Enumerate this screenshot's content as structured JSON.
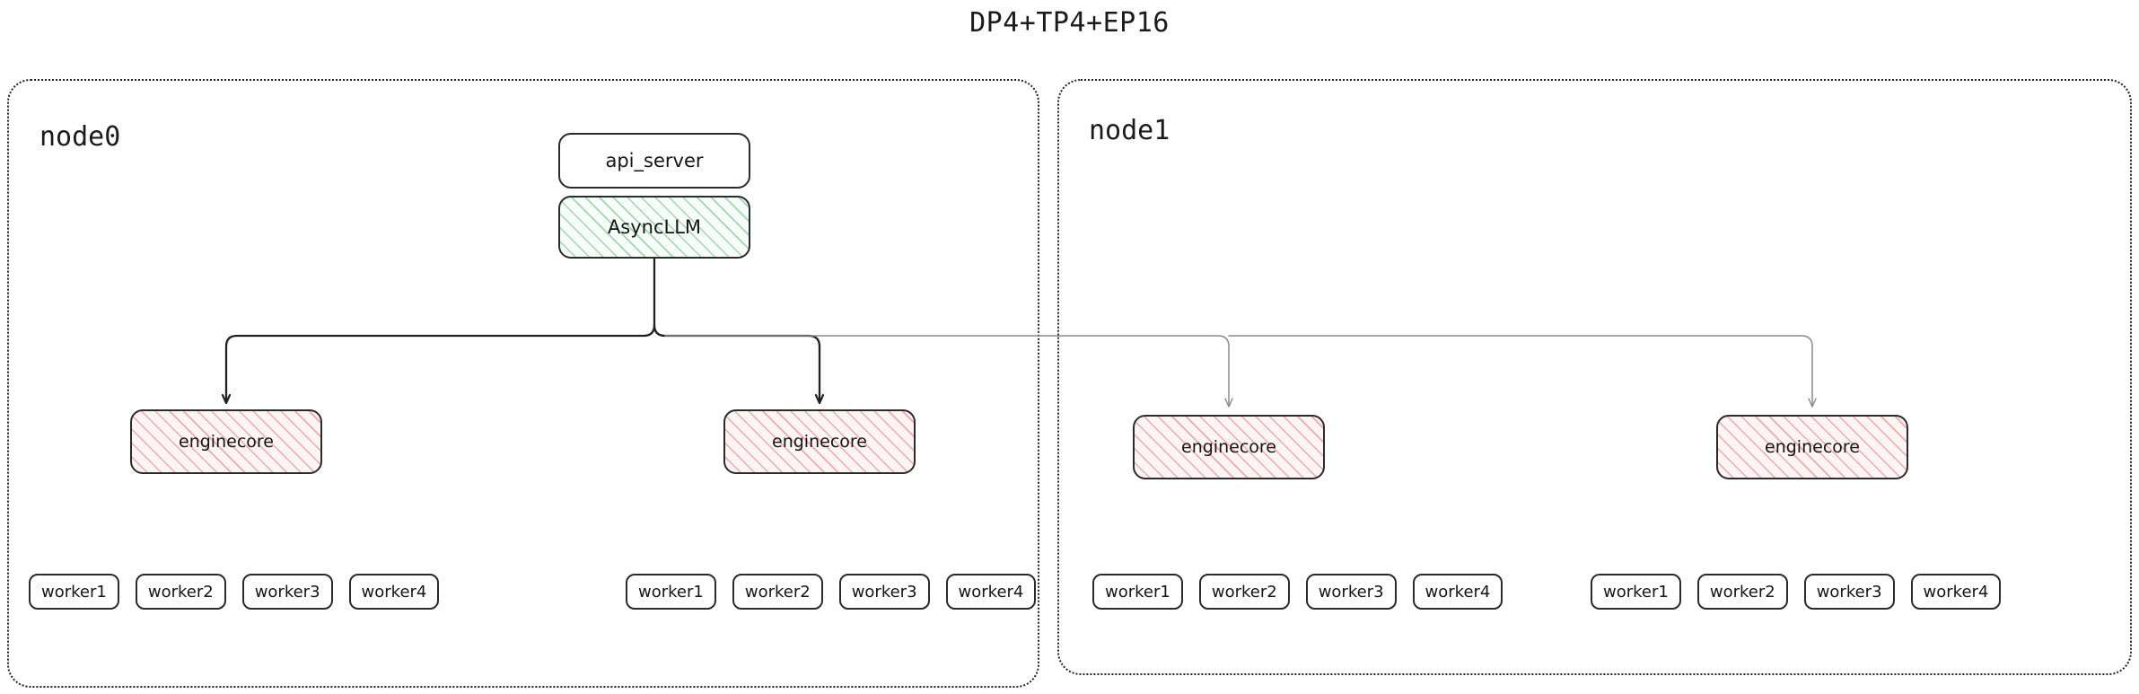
{
  "title": "DP4+TP4+EP16",
  "theme": {
    "background": "#ffffff",
    "text": "#151515",
    "box_border": "#2b2b2b",
    "node_border": "#222222",
    "green_hatch": "#9ed9ab",
    "green_fill": "#f7fdf8",
    "pink_hatch": "#f2a9a9",
    "pink_fill": "#fdf4f4",
    "edge_strong": "#222222",
    "edge_light": "#8a8a8a"
  },
  "nodes": [
    {
      "id": "node0",
      "label": "node0",
      "top_boxes": [
        {
          "id": "api_server",
          "label": "api_server",
          "style": "plain"
        },
        {
          "id": "async_llm",
          "label": "AsyncLLM",
          "style": "green-hatch"
        }
      ],
      "enginecores": [
        {
          "id": "node0-ec0",
          "label": "enginecore",
          "style": "pink-hatch",
          "workers": [
            {
              "label": "worker1"
            },
            {
              "label": "worker2"
            },
            {
              "label": "worker3"
            },
            {
              "label": "worker4"
            }
          ]
        },
        {
          "id": "node0-ec1",
          "label": "enginecore",
          "style": "pink-hatch",
          "workers": [
            {
              "label": "worker1"
            },
            {
              "label": "worker2"
            },
            {
              "label": "worker3"
            },
            {
              "label": "worker4"
            }
          ]
        }
      ]
    },
    {
      "id": "node1",
      "label": "node1",
      "top_boxes": [],
      "enginecores": [
        {
          "id": "node1-ec0",
          "label": "enginecore",
          "style": "pink-hatch",
          "workers": [
            {
              "label": "worker1"
            },
            {
              "label": "worker2"
            },
            {
              "label": "worker3"
            },
            {
              "label": "worker4"
            }
          ]
        },
        {
          "id": "node1-ec1",
          "label": "enginecore",
          "style": "pink-hatch",
          "workers": [
            {
              "label": "worker1"
            },
            {
              "label": "worker2"
            },
            {
              "label": "worker3"
            },
            {
              "label": "worker4"
            }
          ]
        }
      ]
    }
  ],
  "edges": [
    {
      "from": "async_llm",
      "to": "node0-ec0",
      "weight": "strong"
    },
    {
      "from": "async_llm",
      "to": "node0-ec1",
      "weight": "strong"
    },
    {
      "from": "async_llm",
      "to": "node1-ec0",
      "weight": "light"
    },
    {
      "from": "async_llm",
      "to": "node1-ec1",
      "weight": "light"
    }
  ]
}
